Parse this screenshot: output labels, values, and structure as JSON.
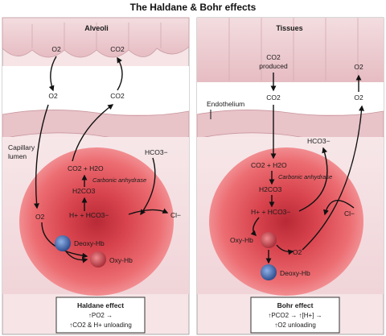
{
  "title": "The Haldane & Bohr effects",
  "left": {
    "header": "Alveoli",
    "o2_top": "O2",
    "co2_top": "CO2",
    "o2_mid": "O2",
    "co2_mid": "CO2",
    "capillary_lumen_line1": "Capillary",
    "capillary_lumen_line2": "lumen",
    "hco3_out": "HCO3−",
    "cl": "Cl−",
    "co2_h2o": "CO2 + H2O",
    "carbonic_anhydrase": "Carbonic anhydrase",
    "h2co3": "H2CO3",
    "h_hco3": "H+ + HCO3−",
    "o2_cell": "O2",
    "deoxy_hb": "Deoxy-Hb",
    "oxy_hb": "Oxy-Hb",
    "box_title": "Haldane effect",
    "box_line1": "↑PO2 →",
    "box_line2": "↑CO2 & H+ unloading"
  },
  "right": {
    "header": "Tissues",
    "co2_produced_1": "CO2",
    "co2_produced_2": "produced",
    "co2_mid": "CO2",
    "o2_top": "O2",
    "o2_mid": "O2",
    "endothelium": "Endothelium",
    "hco3_out": "HCO3−",
    "cl": "Cl−",
    "co2_h2o": "CO2 + H2O",
    "carbonic_anhydrase": "Carbonic anhydrase",
    "h2co3": "H2CO3",
    "h_hco3": "H+ + HCO3−",
    "oxy_hb": "Oxy-Hb",
    "o2_cell": "O2",
    "deoxy_hb": "Deoxy-Hb",
    "box_title": "Bohr effect",
    "box_line1": "↑PCO2 → ↑[H+] →",
    "box_line2": "↑O2 unloading"
  },
  "colors": {
    "tissue": "#e9c7cc",
    "tissue_dark": "#c99aa1",
    "rbc": "#e0505a",
    "rbc_center": "#c03440",
    "deoxy": "#4a6fb0",
    "oxy": "#c94750",
    "box_border": "#333333"
  }
}
